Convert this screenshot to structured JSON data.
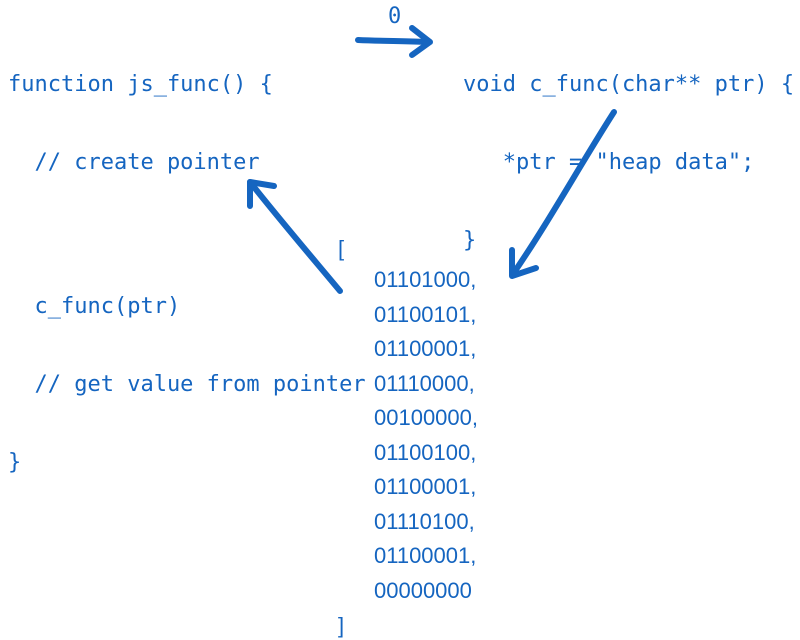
{
  "js_function": {
    "lines": [
      "function js_func() {",
      "  // create pointer",
      "",
      "  c_func(ptr)",
      "  // get value from pointer",
      "}"
    ]
  },
  "c_function": {
    "lines": [
      "void c_func(char** ptr) {",
      "   *ptr = \"heap data\";",
      "}"
    ]
  },
  "call_arrow": {
    "label": "0"
  },
  "memory": {
    "open_bracket": "[",
    "close_bracket": "]",
    "bytes": [
      "01101000,",
      "01100101,",
      "01100001,",
      "01110000,",
      "00100000,",
      "01100100,",
      "01100001,",
      "01110100,",
      "01100001,",
      "00000000"
    ]
  },
  "colors": {
    "ink": "#1565c0"
  }
}
